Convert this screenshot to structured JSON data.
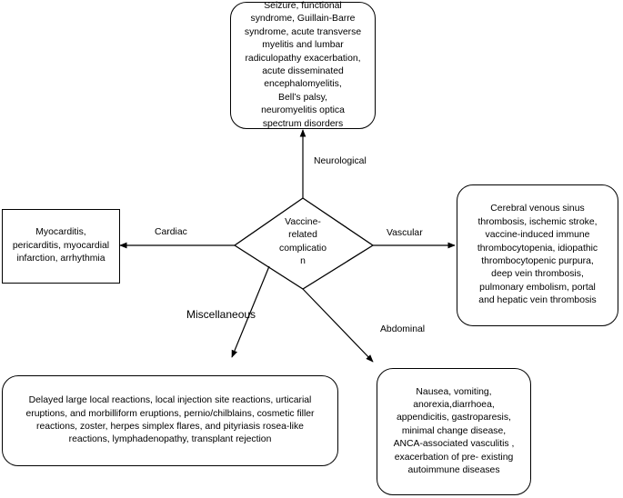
{
  "center": {
    "label": "Vaccine-\nrelated\ncomplicatio\nn"
  },
  "categories": {
    "neurological": {
      "label": "Neurological",
      "text": "Seizure, functional\nsyndrome, Guillain-Barre\nsyndrome, acute transverse\nmyelitis and lumbar\nradiculopathy exacerbation,\nacute disseminated\nencephalomyelitis,\nBell’s palsy,\nneuromyelitis optica\nspectrum disorders"
    },
    "cardiac": {
      "label": "Cardiac",
      "text": "Myocarditis,\npericarditis, myocardial\ninfarction, arrhythmia"
    },
    "vascular": {
      "label": "Vascular",
      "text": "Cerebral venous sinus\nthrombosis, ischemic stroke,\nvaccine-induced immune\nthrombocytopenia, idiopathic\nthrombocytopenic purpura,\ndeep vein thrombosis,\npulmonary embolism, portal\nand hepatic vein thrombosis"
    },
    "miscellaneous": {
      "label": "Miscellaneous",
      "text": "Delayed large local reactions, local injection site reactions, urticarial\neruptions, and morbilliform eruptions, pernio/chilblains, cosmetic filler\nreactions, zoster, herpes simplex flares, and pityriasis rosea-like\nreactions, lymphadenopathy, transplant rejection"
    },
    "abdominal": {
      "label": "Abdominal",
      "text": "Nausea, vomiting,\nanorexia,diarrhoea,\nappendicitis, gastroparesis,\nminimal change disease,\nANCA-associated vasculitis ,\nexacerbation of pre- existing\nautoimmune diseases"
    }
  }
}
